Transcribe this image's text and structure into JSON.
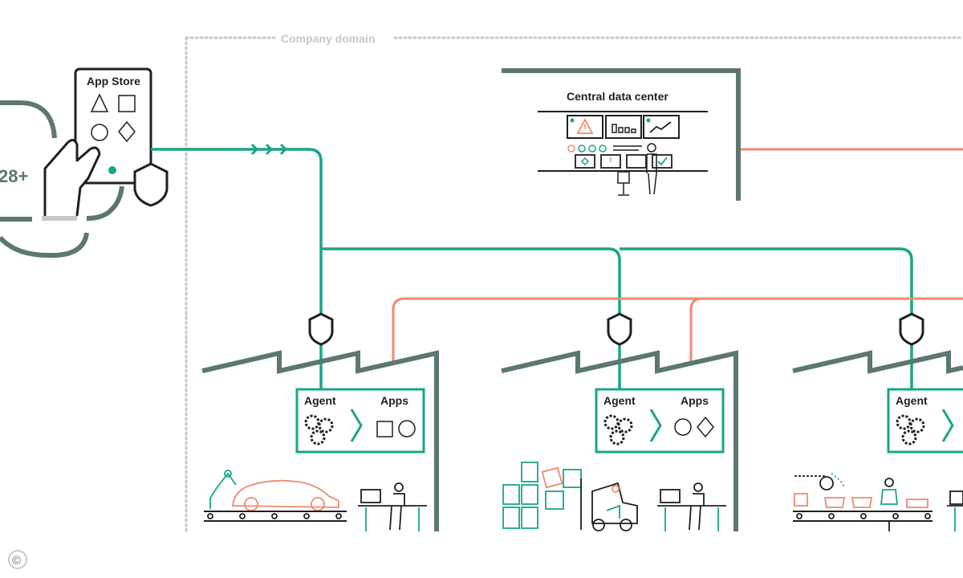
{
  "domain": {
    "label": "Company domain"
  },
  "app_store": {
    "title": "App Store",
    "cloud_text": "28+"
  },
  "data_center": {
    "title": "Central data center"
  },
  "factories": [
    {
      "agent_label": "Agent",
      "apps_label": "Apps",
      "apps_icons": [
        "square-icon",
        "circle-icon"
      ],
      "scene": "car-assembly"
    },
    {
      "agent_label": "Agent",
      "apps_label": "Apps",
      "apps_icons": [
        "circle-icon",
        "diamond-icon"
      ],
      "scene": "warehouse-forklift"
    },
    {
      "agent_label": "Agent",
      "apps_label": "",
      "apps_icons": [],
      "scene": "packaging-line"
    }
  ],
  "copyright": {
    "symbol": "©"
  },
  "colors": {
    "teal": "#1aa586",
    "salmon": "#ef8a6f",
    "slate": "#5d7670",
    "dark": "#1f1f1f",
    "dotted": "#c8c8c8"
  }
}
